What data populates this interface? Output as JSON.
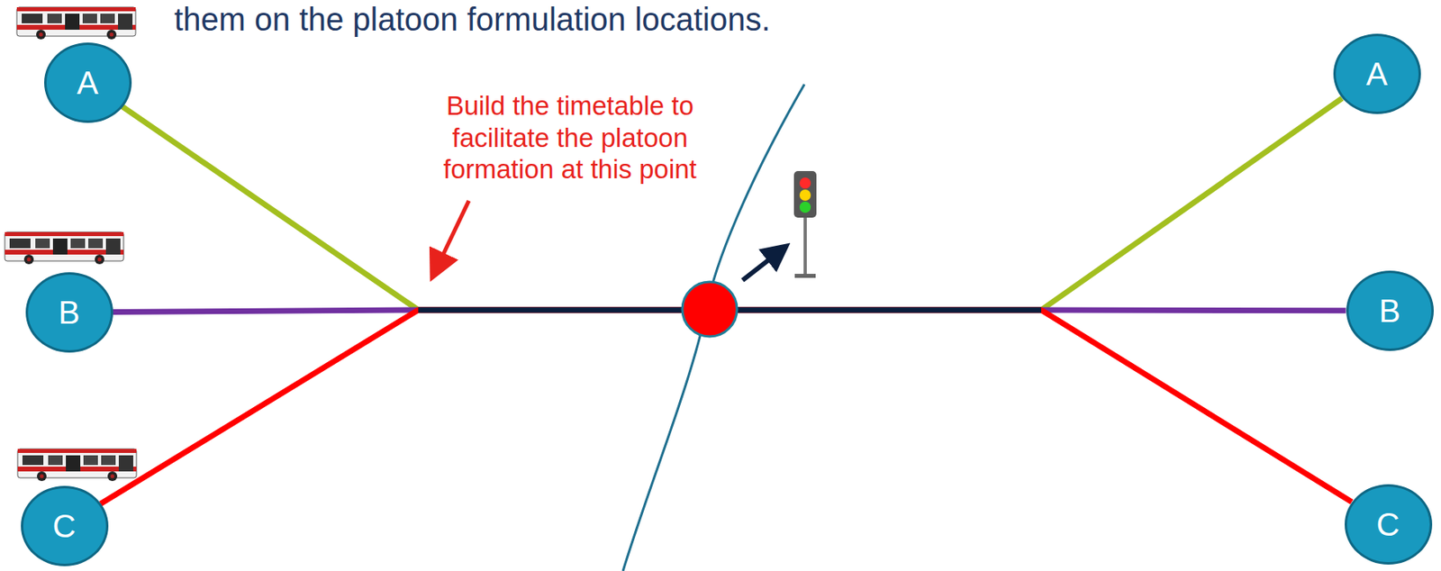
{
  "diagram": {
    "nodes": [
      {
        "text": [
          "A"
        ]
      },
      {
        "text": [
          "A"
        ]
      },
      {
        "text": [
          "B"
        ]
      },
      {
        "text": [
          "B"
        ]
      },
      {
        "text": [
          "C"
        ]
      },
      {
        "text": [
          "C"
        ]
      }
    ],
    "edges": [
      {
        "from": 0,
        "to": 1,
        "arrow": "none"
      },
      {
        "from": 2,
        "to": 3,
        "arrow": "none"
      },
      {
        "from": 4,
        "to": 5,
        "arrow": "none"
      }
    ],
    "labels": [
      "them on the platoon formulation locations.",
      "Build the timetable to facilitate the platoon formation at this point"
    ]
  }
}
